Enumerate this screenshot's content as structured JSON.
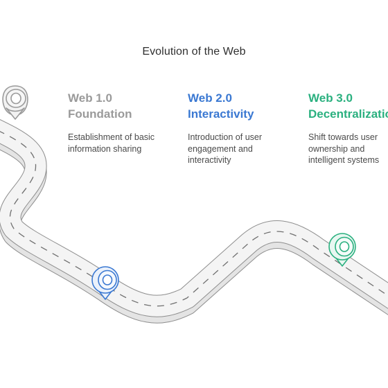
{
  "title": "Evolution of the Web",
  "colors": {
    "stage1": "#9a9a9a",
    "stage2": "#3a78d2",
    "stage3": "#2ab07f",
    "road_fill": "#f4f4f4",
    "road_edge": "#8d8d8d"
  },
  "stages": [
    {
      "version": "Web 1.0",
      "name": "Foundation",
      "description": "Establishment of basic information sharing",
      "icon": "location-pin-icon"
    },
    {
      "version": "Web 2.0",
      "name": "Interactivity",
      "description": "Introduction of user engagement and interactivity",
      "icon": "location-pin-icon"
    },
    {
      "version": "Web 3.0",
      "name": "Decentralization",
      "description": "Shift towards user ownership and intelligent systems",
      "icon": "location-pin-icon"
    }
  ]
}
